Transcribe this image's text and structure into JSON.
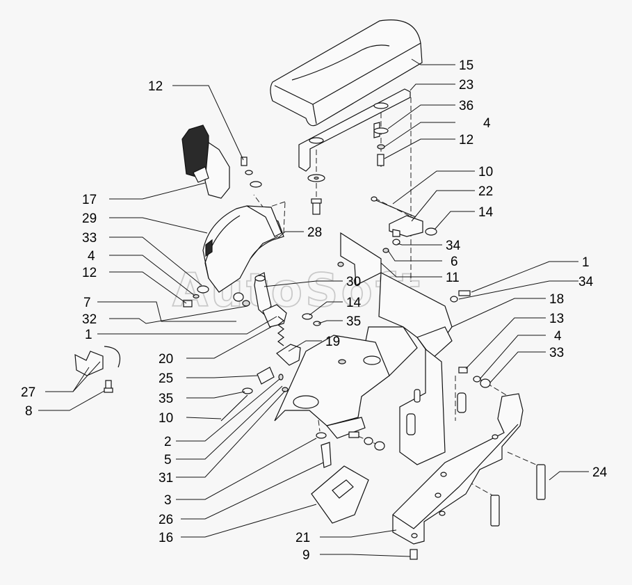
{
  "watermark": "AutoSoft",
  "labels": {
    "l15": "15",
    "l23": "23",
    "l36": "36",
    "l4a": "4",
    "l12a": "12",
    "l10a": "10",
    "l22": "22",
    "l14a": "14",
    "l34a": "34",
    "l6": "6",
    "l11": "11",
    "l1a": "1",
    "l34b": "34",
    "l18": "18",
    "l13": "13",
    "l4b": "4",
    "l33a": "33",
    "l24": "24",
    "l12b": "12",
    "l17": "17",
    "l29": "29",
    "l33b": "33",
    "l4c": "4",
    "l12c": "12",
    "l28": "28",
    "l30": "30",
    "l14b": "14",
    "l35a": "35",
    "l19": "19",
    "l7": "7",
    "l32": "32",
    "l1b": "1",
    "l20": "20",
    "l25": "25",
    "l35b": "35",
    "l10b": "10",
    "l2": "2",
    "l5": "5",
    "l31": "31",
    "l3": "3",
    "l26": "26",
    "l16": "16",
    "l21": "21",
    "l9": "9",
    "l27": "27",
    "l8": "8"
  }
}
